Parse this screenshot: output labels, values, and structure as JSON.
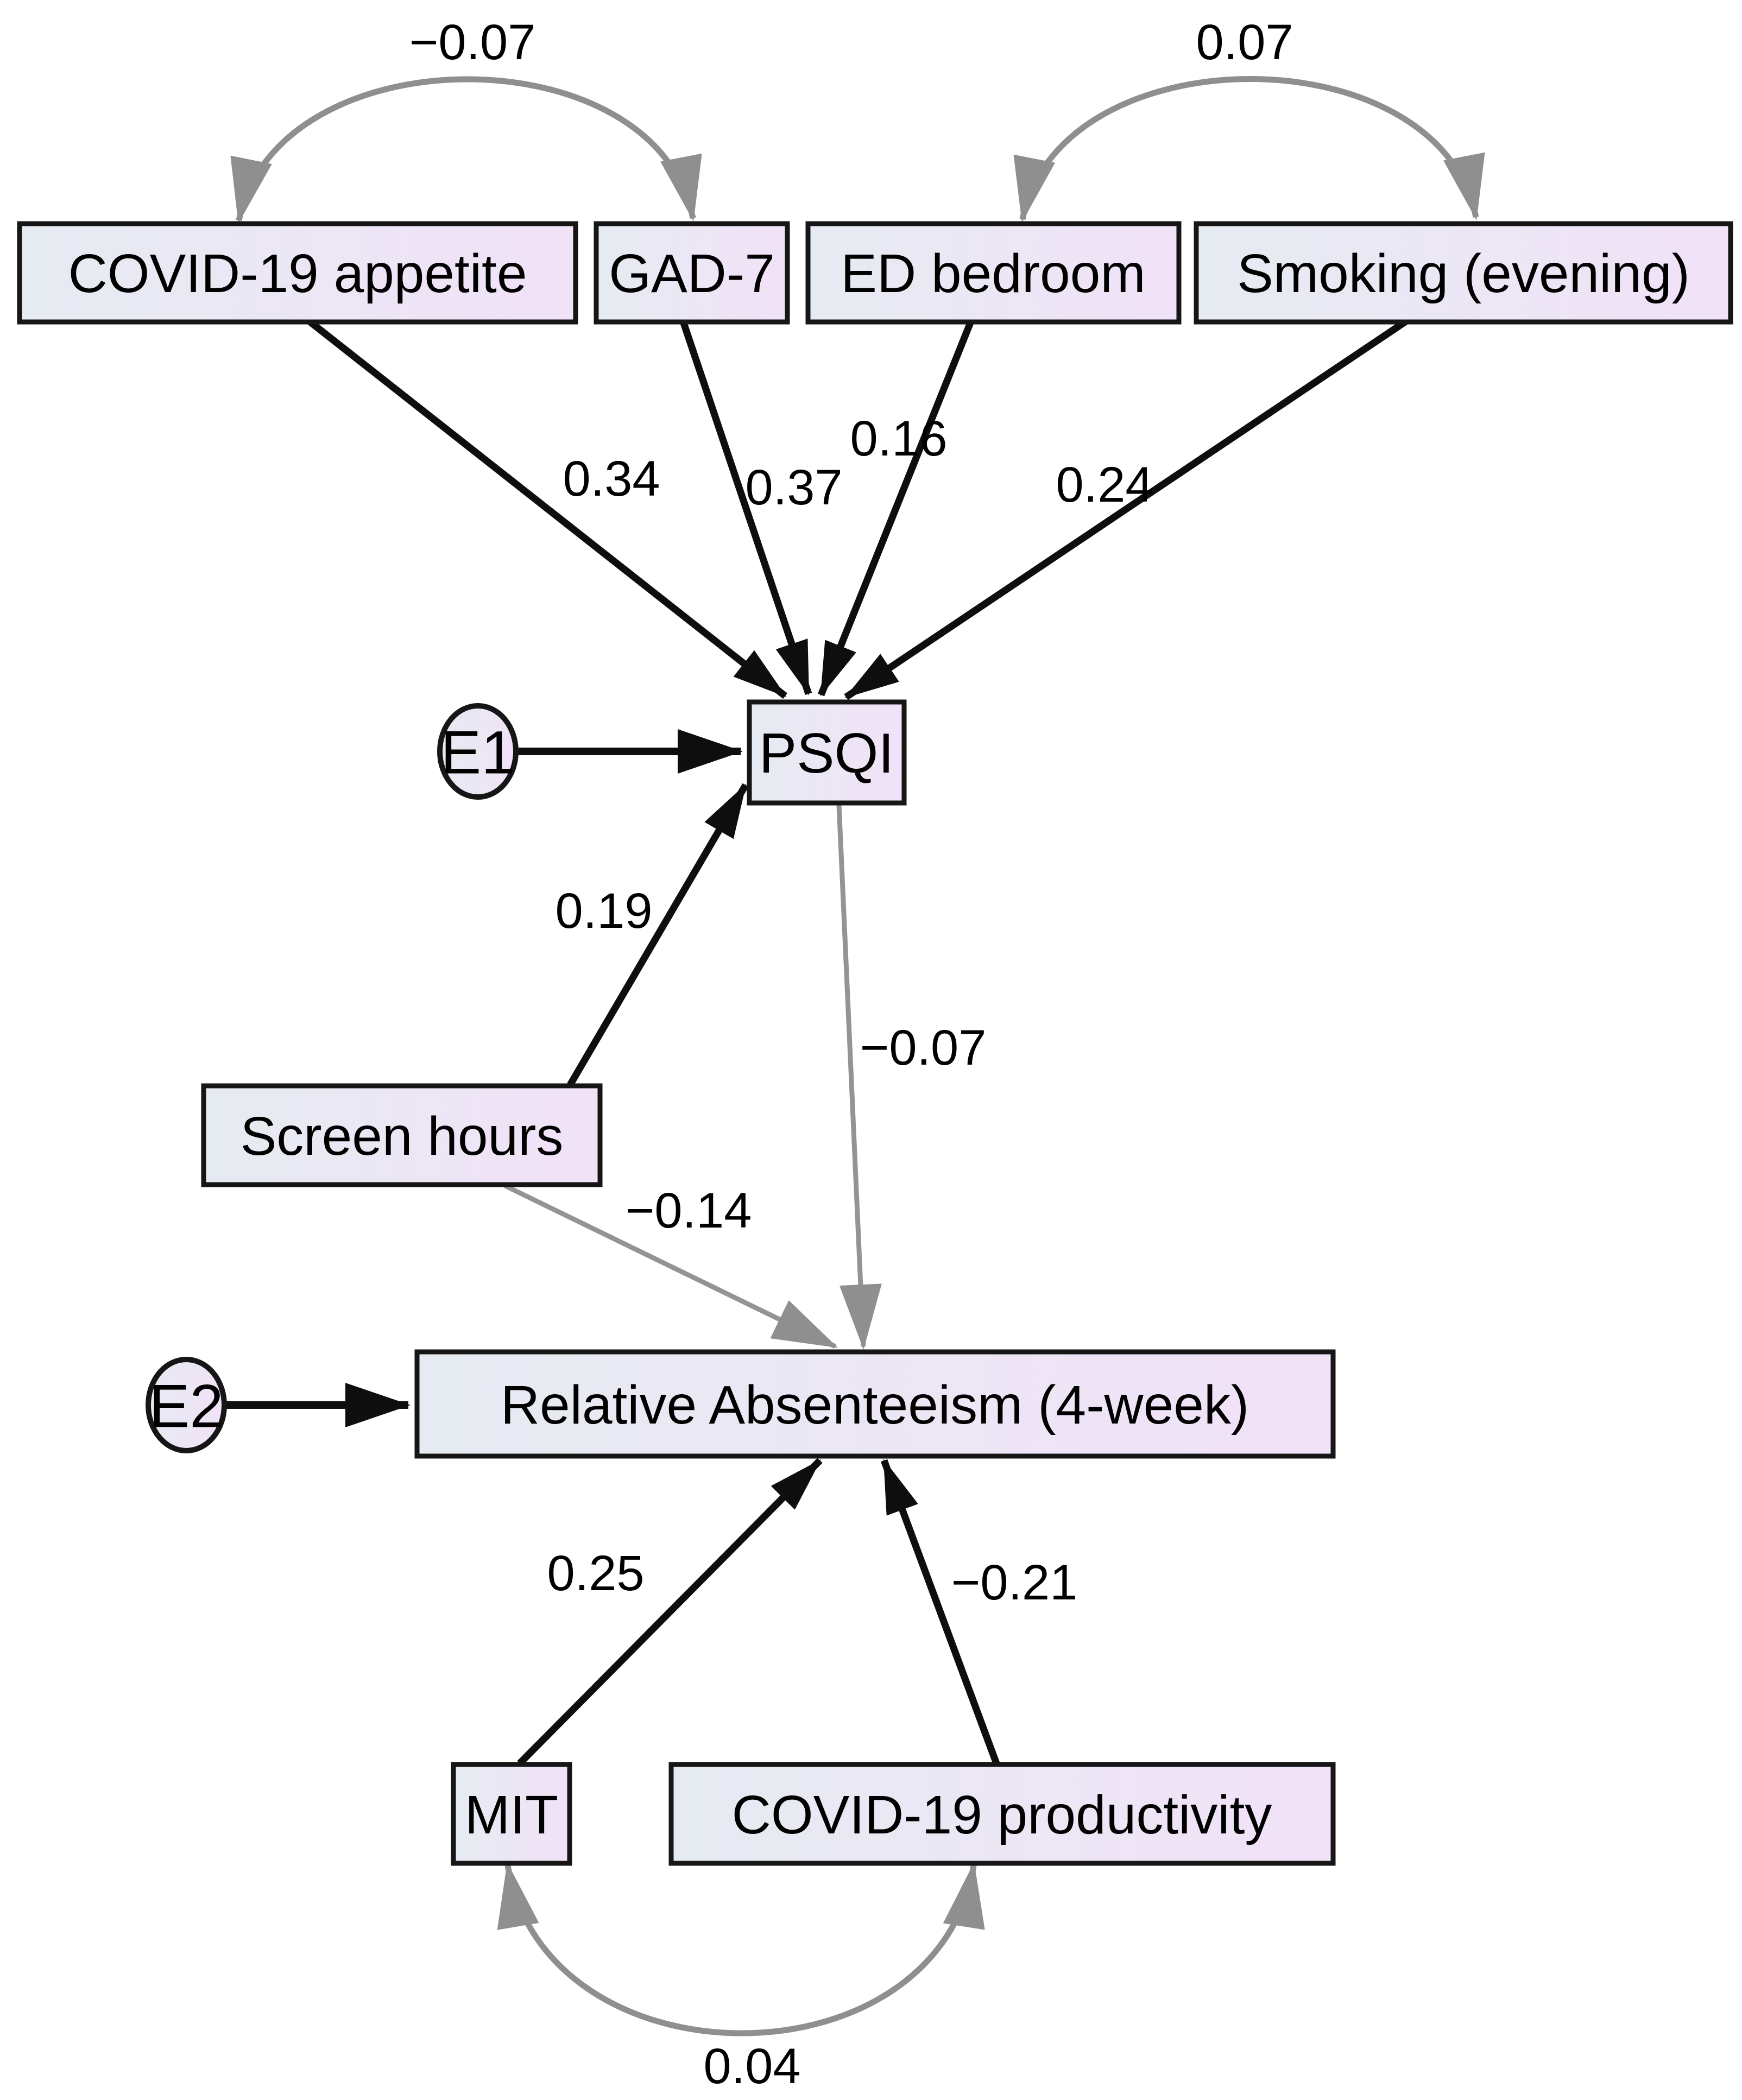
{
  "figure": {
    "type": "structural-equation-path-diagram",
    "nodes": {
      "covid_appetite": {
        "label": "COVID-19 appetite",
        "shape": "rect"
      },
      "gad7": {
        "label": "GAD-7",
        "shape": "rect"
      },
      "ed_bedroom": {
        "label": "ED bedroom",
        "shape": "rect"
      },
      "smoking_evening": {
        "label": "Smoking (evening)",
        "shape": "rect"
      },
      "psqi": {
        "label": "PSQI",
        "shape": "rect"
      },
      "screen_hours": {
        "label": "Screen hours",
        "shape": "rect"
      },
      "relative_absenteeism": {
        "label": "Relative Absenteeism (4-week)",
        "shape": "rect"
      },
      "mit": {
        "label": "MIT",
        "shape": "rect"
      },
      "covid_productivity": {
        "label": "COVID-19 productivity",
        "shape": "rect"
      },
      "e1": {
        "label": "E1",
        "shape": "ellipse"
      },
      "e2": {
        "label": "E2",
        "shape": "ellipse"
      }
    },
    "edges": [
      {
        "from": "covid_appetite",
        "to": "psqi",
        "weight": "0.34",
        "style": "black"
      },
      {
        "from": "gad7",
        "to": "psqi",
        "weight": "0.37",
        "style": "black"
      },
      {
        "from": "ed_bedroom",
        "to": "psqi",
        "weight": "0.16",
        "style": "black"
      },
      {
        "from": "smoking_evening",
        "to": "psqi",
        "weight": "0.24",
        "style": "black"
      },
      {
        "from": "screen_hours",
        "to": "psqi",
        "weight": "0.19",
        "style": "black"
      },
      {
        "from": "psqi",
        "to": "relative_absenteeism",
        "weight": "−0.07",
        "style": "gray"
      },
      {
        "from": "screen_hours",
        "to": "relative_absenteeism",
        "weight": "−0.14",
        "style": "gray"
      },
      {
        "from": "mit",
        "to": "relative_absenteeism",
        "weight": "0.25",
        "style": "black"
      },
      {
        "from": "covid_productivity",
        "to": "relative_absenteeism",
        "weight": "−0.21",
        "style": "black"
      },
      {
        "from": "e1",
        "to": "psqi",
        "style": "black-error"
      },
      {
        "from": "e2",
        "to": "relative_absenteeism",
        "style": "black-error"
      }
    ],
    "covariances": [
      {
        "between": [
          "covid_appetite",
          "gad7"
        ],
        "weight": "−0.07"
      },
      {
        "between": [
          "ed_bedroom",
          "smoking_evening"
        ],
        "weight": "0.07"
      },
      {
        "between": [
          "mit",
          "covid_productivity"
        ],
        "weight": "0.04"
      }
    ],
    "colors": {
      "node_fill_left": "#e6ebf1",
      "node_fill_right": "#f1e2f8",
      "node_border": "#161616",
      "path_black": "#0e0e0e",
      "path_gray": "#949494",
      "covariance_arc": "#8f8f8f",
      "label_text": "#000000",
      "background": "#ffffff"
    }
  }
}
